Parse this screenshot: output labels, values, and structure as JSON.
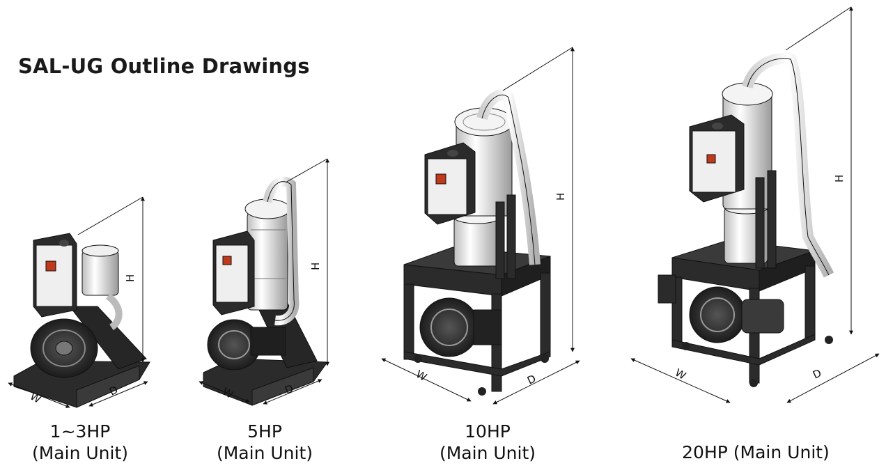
{
  "title": "SAL-UG Outline Drawings",
  "dimension_labels": {
    "height": "H",
    "width": "W",
    "depth": "D"
  },
  "units": [
    {
      "model": "1~3HP",
      "note": "(Main Unit)"
    },
    {
      "model": "5HP",
      "note": "(Main Unit)"
    },
    {
      "model": "10HP",
      "note": "(Main Unit)"
    },
    {
      "caption": "20HP (Main Unit)"
    }
  ],
  "colors": {
    "frame": "#2b2b2b",
    "metal": "#e6e6e6",
    "outline": "#111111",
    "accent": "#c0391b"
  }
}
